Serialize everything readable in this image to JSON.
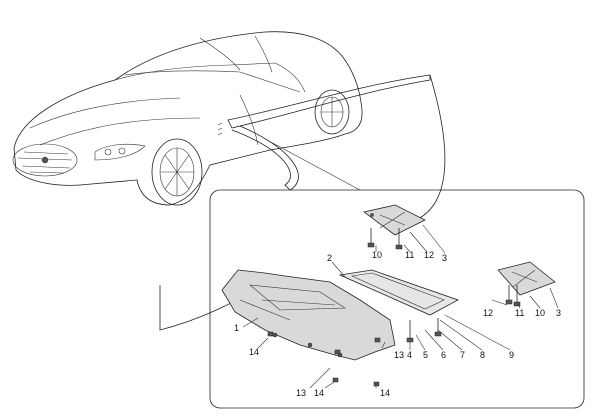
{
  "colors": {
    "line": "#222222",
    "part_fill": "#d9d9d9",
    "background": "#ffffff"
  },
  "callouts": [
    {
      "id": "c1",
      "text": "1"
    },
    {
      "id": "c2",
      "text": "2"
    },
    {
      "id": "c3a",
      "text": "3"
    },
    {
      "id": "c10a",
      "text": "10"
    },
    {
      "id": "c11a",
      "text": "11"
    },
    {
      "id": "c12a",
      "text": "12"
    },
    {
      "id": "c4",
      "text": "4"
    },
    {
      "id": "c5",
      "text": "5"
    },
    {
      "id": "c6",
      "text": "6"
    },
    {
      "id": "c7",
      "text": "7"
    },
    {
      "id": "c8",
      "text": "8"
    },
    {
      "id": "c9",
      "text": "9"
    },
    {
      "id": "c12b",
      "text": "12"
    },
    {
      "id": "c11b",
      "text": "11"
    },
    {
      "id": "c10b",
      "text": "10"
    },
    {
      "id": "c3b",
      "text": "3"
    },
    {
      "id": "c14a",
      "text": "14"
    },
    {
      "id": "c13a",
      "text": "13"
    },
    {
      "id": "c13b",
      "text": "13"
    },
    {
      "id": "c14b",
      "text": "14"
    },
    {
      "id": "c14c",
      "text": "14"
    }
  ]
}
